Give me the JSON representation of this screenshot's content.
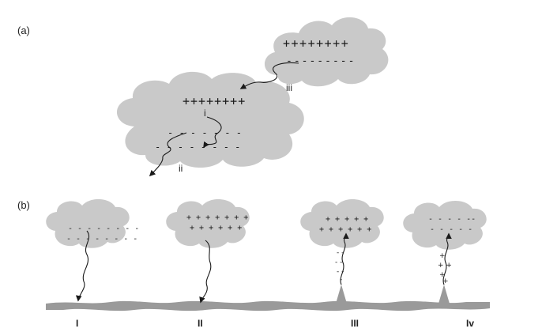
{
  "panel_a": {
    "label": "(a)",
    "upper_cloud": {
      "top_charges": "++++++++",
      "bottom_charges": "---------"
    },
    "lower_cloud": {
      "top_charges": "++++++++",
      "bottom_row1": "-  -  -  -  -  -  -",
      "bottom_row2": "-  -  -  -  -  -  -  -"
    },
    "labels": {
      "i": "i",
      "ii": "ii",
      "iii": "iii"
    }
  },
  "panel_b": {
    "label": "(b)",
    "clouds": [
      {
        "label": "I",
        "row1": "- - - - - - - -",
        "row2": "- - - - - - - -",
        "leader_charges": []
      },
      {
        "label": "II",
        "row1": "+ + + + + + +",
        "row2": "+ + + + + +",
        "leader_charges": []
      },
      {
        "label": "III",
        "row1": "+ + + + +",
        "row2": "+ + + + + +",
        "leader_charges": [
          "-  -",
          "-  -",
          "-  -",
          "-"
        ]
      },
      {
        "label": "Iv",
        "row1": "- - - - --",
        "row2": "- - - - -",
        "leader_charges": [
          "+",
          "+  +",
          "+",
          "+"
        ]
      }
    ]
  },
  "colors": {
    "cloud": "#c9c9c9",
    "ground": "#9a9a9a",
    "stroke": "#1a1a1a"
  }
}
